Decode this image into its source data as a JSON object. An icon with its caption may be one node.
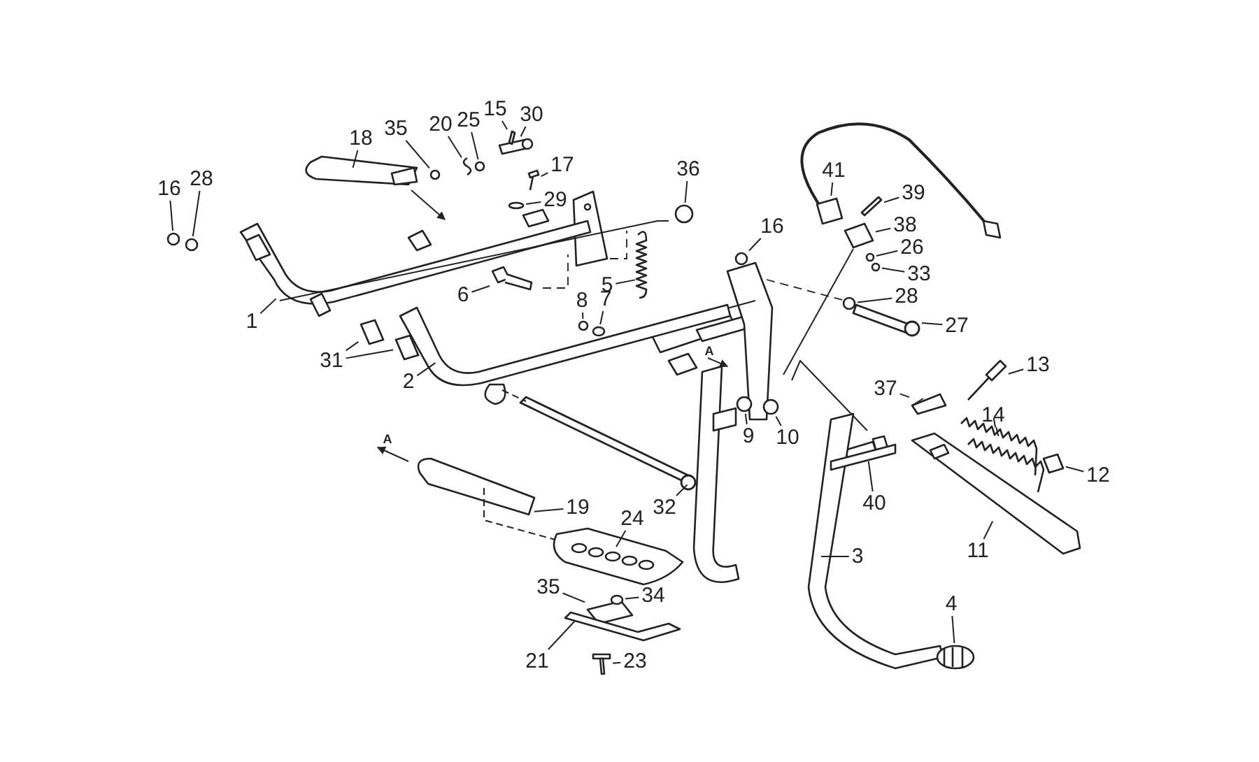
{
  "diagram": {
    "nodes": [
      {
        "text": [
          "30"
        ]
      },
      {
        "text": [
          "15"
        ]
      },
      {
        "text": [
          "25"
        ]
      },
      {
        "text": [
          "20"
        ]
      },
      {
        "text": [
          "35"
        ]
      },
      {
        "text": [
          "18"
        ]
      },
      {
        "text": [
          "17"
        ]
      },
      {
        "text": [
          "36"
        ]
      },
      {
        "text": [
          "41"
        ]
      },
      {
        "text": [
          "28"
        ]
      },
      {
        "text": [
          "16"
        ]
      },
      {
        "text": [
          "39"
        ]
      },
      {
        "text": [
          "29"
        ]
      },
      {
        "text": [
          "16"
        ]
      },
      {
        "text": [
          "38"
        ]
      },
      {
        "text": [
          "26"
        ]
      },
      {
        "text": [
          "33"
        ]
      },
      {
        "text": [
          "5"
        ]
      },
      {
        "text": [
          "6"
        ]
      },
      {
        "text": [
          "28"
        ]
      },
      {
        "text": [
          "7"
        ]
      },
      {
        "text": [
          "8"
        ]
      },
      {
        "text": [
          "1"
        ]
      },
      {
        "text": [
          "27"
        ]
      },
      {
        "text": [
          "31"
        ]
      },
      {
        "text": [
          "13"
        ]
      },
      {
        "text": [
          "2"
        ]
      },
      {
        "text": [
          "37"
        ]
      },
      {
        "text": [
          "14"
        ]
      },
      {
        "text": [
          "9"
        ]
      },
      {
        "text": [
          "10"
        ]
      },
      {
        "text": [
          "12"
        ]
      },
      {
        "text": [
          "40"
        ]
      },
      {
        "text": [
          "32"
        ]
      },
      {
        "text": [
          "19"
        ]
      },
      {
        "text": [
          "24"
        ]
      },
      {
        "text": [
          "11"
        ]
      },
      {
        "text": [
          "3"
        ]
      },
      {
        "text": [
          "35"
        ]
      },
      {
        "text": [
          "34"
        ]
      },
      {
        "text": [
          "4"
        ]
      },
      {
        "text": [
          "21"
        ]
      },
      {
        "text": [
          "23"
        ]
      },
      {
        "text": [],
        "shape": "picture"
      },
      {
        "text": [],
        "shape": "bar"
      },
      {
        "text": [],
        "shape": "circle"
      },
      {
        "text": [],
        "shape": "picture"
      },
      {
        "text": [],
        "shape": "circle"
      },
      {
        "text": [],
        "shape": "picture"
      },
      {
        "text": [],
        "shape": "picture"
      },
      {
        "text": [],
        "shape": "circle"
      },
      {
        "text": [],
        "shape": "box"
      },
      {
        "text": [],
        "shape": "circle"
      },
      {
        "text": [],
        "shape": "circle"
      },
      {
        "text": [],
        "shape": "bar"
      },
      {
        "text": [],
        "shape": "circle"
      },
      {
        "text": [],
        "shape": "circle"
      },
      {
        "text": [],
        "shape": "box"
      },
      {
        "text": [],
        "shape": "circle"
      },
      {
        "text": [],
        "shape": "circle"
      },
      {
        "text": [],
        "shape": "picture"
      },
      {
        "text": [],
        "shape": "picture"
      },
      {
        "text": [],
        "shape": "circle"
      },
      {
        "text": [],
        "shape": "circle"
      },
      {
        "text": [],
        "shape": "circle"
      },
      {
        "text": [],
        "shape": "picture"
      },
      {
        "text": [],
        "shape": "bar"
      },
      {
        "text": [],
        "shape": "box"
      },
      {
        "text": [],
        "shape": "picture"
      },
      {
        "text": [],
        "shape": "picture"
      },
      {
        "text": [],
        "shape": "box"
      },
      {
        "text": [],
        "shape": "picture"
      },
      {
        "text": [],
        "shape": "circle"
      },
      {
        "text": [],
        "shape": "circle"
      },
      {
        "text": [],
        "shape": "box"
      },
      {
        "text": [],
        "shape": "picture"
      },
      {
        "text": [],
        "shape": "bar"
      },
      {
        "text": [],
        "shape": "picture"
      },
      {
        "text": [],
        "shape": "picture"
      },
      {
        "text": [],
        "shape": "picture"
      },
      {
        "text": [],
        "shape": "picture"
      },
      {
        "text": [],
        "shape": "box"
      },
      {
        "text": [],
        "shape": "circle"
      },
      {
        "text": [],
        "shape": "picture"
      },
      {
        "text": [],
        "shape": "picture"
      },
      {
        "text": [],
        "shape": "picture"
      },
      {
        "text": [],
        "shape": "box"
      },
      {
        "text": [],
        "shape": "picture"
      }
    ],
    "edges": [
      {
        "from": 0,
        "to": 43,
        "arrow": "none"
      },
      {
        "from": 1,
        "to": 44,
        "arrow": "none"
      },
      {
        "from": 2,
        "to": 45,
        "arrow": "none"
      },
      {
        "from": 3,
        "to": 46,
        "arrow": "none"
      },
      {
        "from": 4,
        "to": 47,
        "arrow": "none"
      },
      {
        "from": 5,
        "to": 48,
        "arrow": "none"
      },
      {
        "from": 6,
        "to": 49,
        "arrow": "none"
      },
      {
        "from": 7,
        "to": 50,
        "arrow": "none"
      },
      {
        "from": 8,
        "to": 51,
        "arrow": "none"
      },
      {
        "from": 9,
        "to": 52,
        "arrow": "none"
      },
      {
        "from": 10,
        "to": 53,
        "arrow": "none"
      },
      {
        "from": 11,
        "to": 54,
        "arrow": "none"
      },
      {
        "from": 12,
        "to": 55,
        "arrow": "none"
      },
      {
        "from": 13,
        "to": 56,
        "arrow": "none"
      },
      {
        "from": 14,
        "to": 57,
        "arrow": "none"
      },
      {
        "from": 15,
        "to": 58,
        "arrow": "none"
      },
      {
        "from": 16,
        "to": 59,
        "arrow": "none"
      },
      {
        "from": 17,
        "to": 60,
        "arrow": "none"
      },
      {
        "from": 18,
        "to": 61,
        "arrow": "none"
      },
      {
        "from": 19,
        "to": 62,
        "arrow": "none"
      },
      {
        "from": 20,
        "to": 63,
        "arrow": "none"
      },
      {
        "from": 21,
        "to": 64,
        "arrow": "none"
      },
      {
        "from": 22,
        "to": 65,
        "arrow": "none"
      },
      {
        "from": 23,
        "to": 66,
        "arrow": "none"
      },
      {
        "from": 24,
        "to": 67,
        "arrow": "none"
      },
      {
        "from": 25,
        "to": 68,
        "arrow": "none"
      },
      {
        "from": 26,
        "to": 69,
        "arrow": "none"
      },
      {
        "from": 27,
        "to": 70,
        "arrow": "none"
      },
      {
        "from": 28,
        "to": 71,
        "arrow": "none"
      },
      {
        "from": 29,
        "to": 72,
        "arrow": "none"
      },
      {
        "from": 30,
        "to": 73,
        "arrow": "none"
      },
      {
        "from": 31,
        "to": 74,
        "arrow": "none"
      },
      {
        "from": 32,
        "to": 75,
        "arrow": "none"
      },
      {
        "from": 33,
        "to": 76,
        "arrow": "none"
      },
      {
        "from": 34,
        "to": 77,
        "arrow": "none"
      },
      {
        "from": 35,
        "to": 78,
        "arrow": "none"
      },
      {
        "from": 36,
        "to": 79,
        "arrow": "none"
      },
      {
        "from": 37,
        "to": 80,
        "arrow": "none"
      },
      {
        "from": 38,
        "to": 81,
        "arrow": "none"
      },
      {
        "from": 39,
        "to": 82,
        "arrow": "none"
      },
      {
        "from": 40,
        "to": 83,
        "arrow": "none"
      },
      {
        "from": 41,
        "to": 84,
        "arrow": "none"
      },
      {
        "from": 42,
        "to": 85,
        "arrow": "none"
      },
      {
        "from": 24,
        "to": 86,
        "arrow": "none"
      },
      {
        "from": 28,
        "to": 87,
        "arrow": "none"
      },
      {
        "from": 69,
        "to": 76,
        "arrow": "none",
        "style": "dashed"
      },
      {
        "from": 77,
        "to": 78,
        "arrow": "none",
        "style": "dashed"
      },
      {
        "from": 48,
        "to": 65,
        "arrow": "to"
      }
    ],
    "labels": [
      "A",
      "A"
    ]
  }
}
